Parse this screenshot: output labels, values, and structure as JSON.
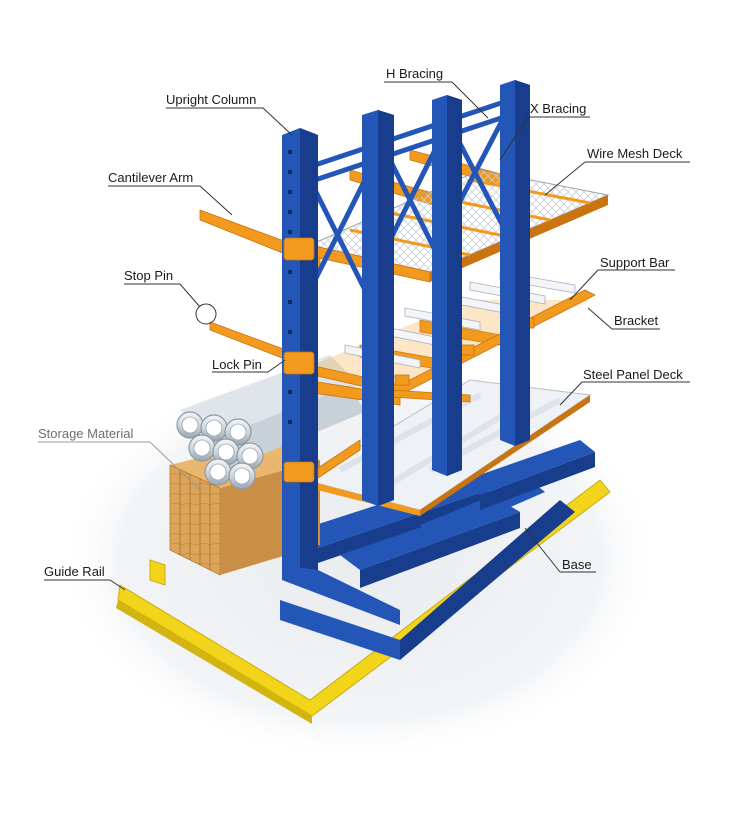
{
  "labels": {
    "h_bracing": "H Bracing",
    "upright_column": "Upright Column",
    "x_bracing": "X Bracing",
    "wire_mesh_deck": "Wire Mesh Deck",
    "cantilever_arm": "Cantilever Arm",
    "support_bar": "Support Bar",
    "stop_pin": "Stop Pin",
    "bracket": "Bracket",
    "lock_pin": "Lock Pin",
    "steel_panel_deck": "Steel Panel Deck",
    "storage_material": "Storage Material",
    "base": "Base",
    "guide_rail": "Guide Rail"
  },
  "colors": {
    "upright_blue": "#2456b8",
    "upright_dark": "#173d8c",
    "arm_orange": "#f29a1e",
    "arm_dark": "#c97410",
    "rail_yellow": "#f2d41a",
    "panel_white": "#eef1f5",
    "wood": "#dca45a",
    "pipe": "#cfd6dd"
  }
}
